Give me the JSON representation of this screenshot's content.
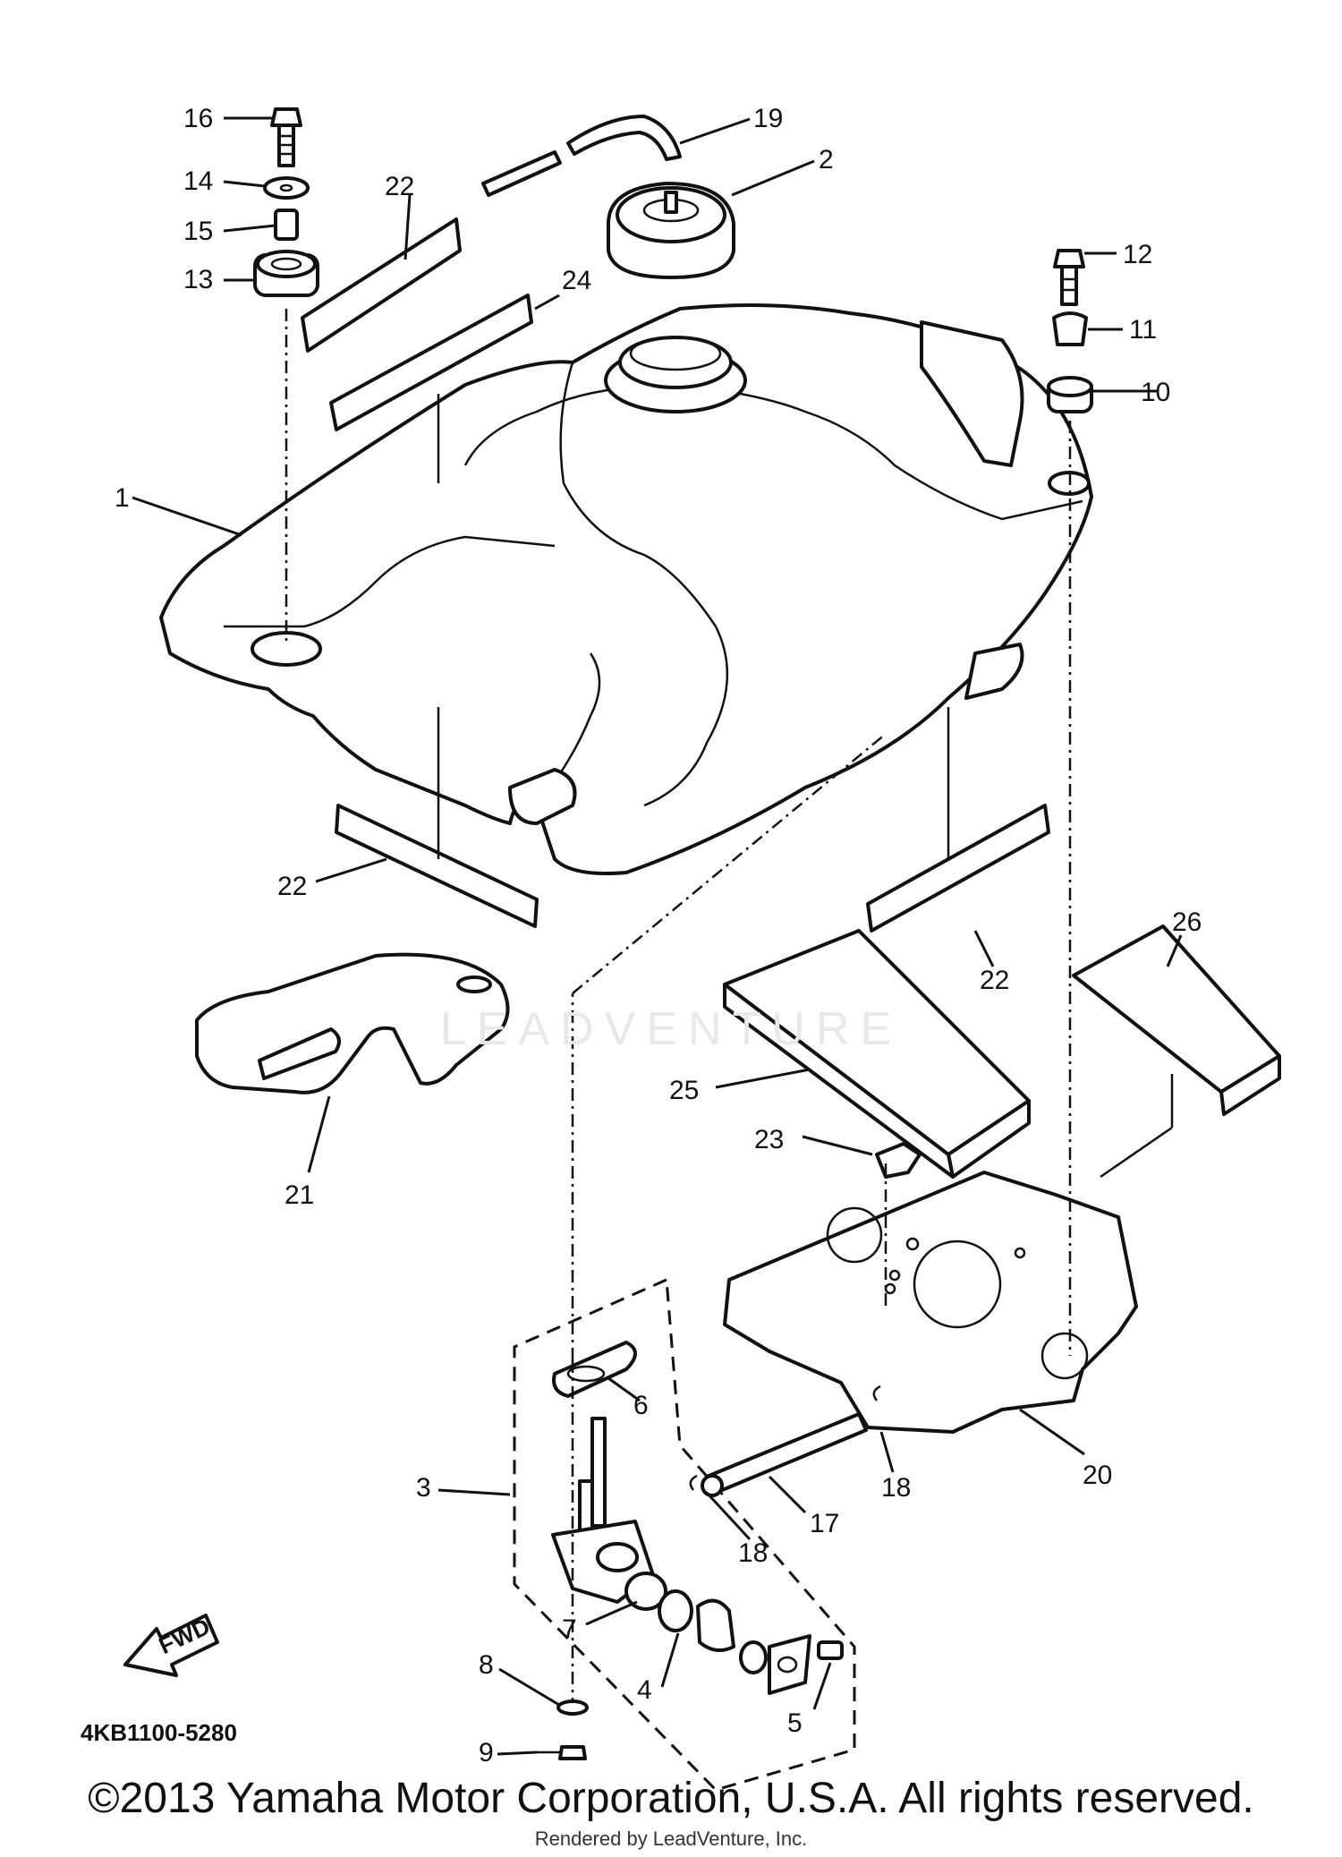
{
  "diagram": {
    "part_number_code": "4KB1100-5280",
    "fwd_label": "FWD",
    "watermark": "LEADVENTURE",
    "callouts": [
      "1",
      "2",
      "3",
      "4",
      "5",
      "6",
      "7",
      "8",
      "9",
      "10",
      "11",
      "12",
      "13",
      "14",
      "15",
      "16",
      "17",
      "18",
      "18",
      "19",
      "20",
      "21",
      "22",
      "22",
      "22",
      "23",
      "24",
      "25",
      "26"
    ]
  },
  "footer": {
    "copyright": "©2013 Yamaha Motor Corporation, U.S.A. All rights reserved.",
    "rendered_by": "Rendered by LeadVenture, Inc."
  }
}
